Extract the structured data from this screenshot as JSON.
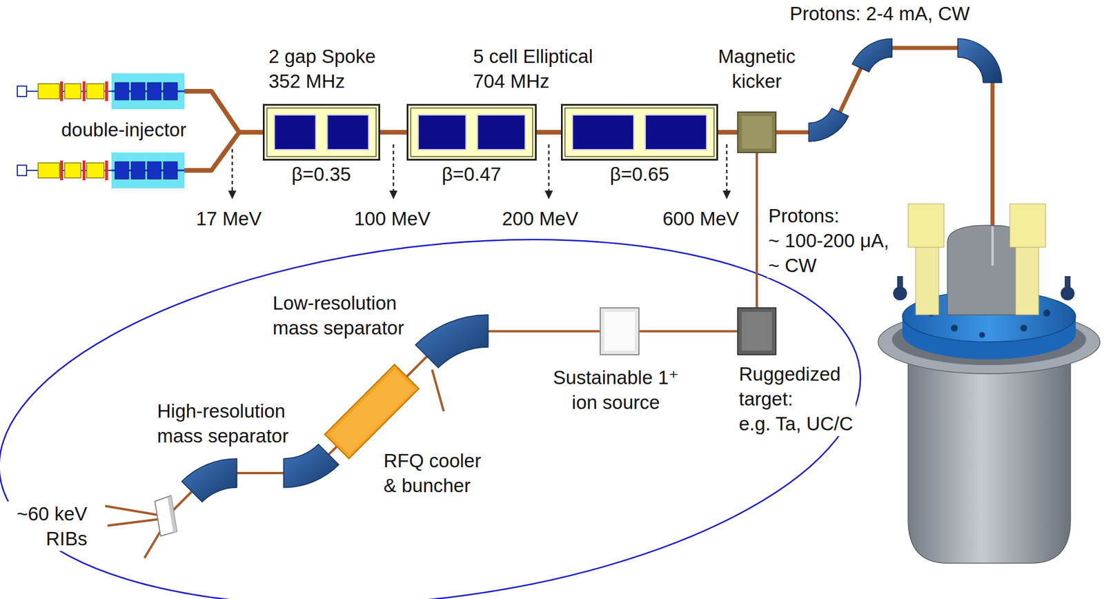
{
  "diagram": {
    "nodes": [
      {
        "text": [
          "2 gap Spoke 352 MHz",
          "β=0.35"
        ]
      },
      {
        "text": [
          "5 cell Elliptical 704 MHz",
          "β=0.47"
        ]
      },
      {
        "text": [
          "β=0.65"
        ]
      },
      {
        "text": [
          "Magnetic kicker"
        ]
      },
      {
        "text": [
          "Ruggedized target:",
          "e.g. Ta, UC/C"
        ]
      },
      {
        "text": [
          "Sustainable 1⁺ ion source"
        ]
      },
      {
        "text": [
          "Low-resolution mass separator"
        ]
      },
      {
        "text": [
          "RFQ cooler & buncher"
        ]
      },
      {
        "text": [
          "High-resolution mass separator"
        ]
      }
    ],
    "edges": [
      {
        "from": 0,
        "to": 1,
        "arrow": "none"
      },
      {
        "from": 1,
        "to": 2,
        "arrow": "none"
      },
      {
        "from": 2,
        "to": 3,
        "arrow": "none"
      },
      {
        "from": 3,
        "to": 4,
        "arrow": "none"
      },
      {
        "from": 4,
        "to": 5,
        "arrow": "none"
      },
      {
        "from": 5,
        "to": 6,
        "arrow": "none"
      },
      {
        "from": 6,
        "to": 7,
        "arrow": "none"
      },
      {
        "from": 7,
        "to": 8,
        "arrow": "none"
      }
    ],
    "labels": [
      "double-injector",
      "17 MeV",
      "100 MeV",
      "200 MeV",
      "600 MeV",
      "Protons: 2-4 mA, CW",
      "Protons:",
      "~ 100-200 μA,",
      "~ CW",
      "~60 keV RIBs"
    ]
  }
}
